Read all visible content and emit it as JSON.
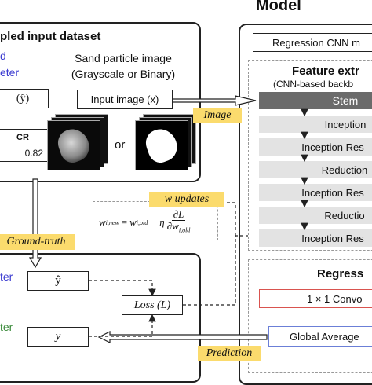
{
  "model_title": "Model",
  "dataset": {
    "title": "pled input dataset",
    "left_labels": [
      "d",
      "eter"
    ],
    "y_hat_header": "(ŷ)",
    "cr_header": "CR",
    "cr_value": "0.82",
    "sand_title": "Sand particle image",
    "sand_subtitle": "(Grayscale or Binary)",
    "input_image_label": "Input image (x)",
    "or_text": "or"
  },
  "tags": {
    "image": "Image",
    "w_updates": "w updates",
    "ground_truth": "Ground-truth",
    "prediction": "Prediction"
  },
  "update_rule": {
    "lhs": "w",
    "lhs_sub": "i,new",
    "eq": "=",
    "w": "w",
    "w_sub": "i,old",
    "minus_eta": "− η",
    "num": "∂L",
    "den": "∂w",
    "den_sub": "i,old"
  },
  "loss_section": {
    "left_labels": [
      "ter",
      "ter"
    ],
    "y_hat": "ŷ",
    "y": "y",
    "loss": "Loss (L)"
  },
  "model": {
    "regression_cnn": "Regression CNN m",
    "feature_title": "Feature extr",
    "feature_subtitle": "(CNN-based backb",
    "layers": [
      "Stem",
      "Inception",
      "Inception Res",
      "Reduction",
      "Inception Res",
      "Reductio",
      "Inception Res"
    ],
    "regression_title": "Regress",
    "conv_label": "1 × 1 Convo",
    "gap_label": "Global Average"
  },
  "colors": {
    "tag_bg": "#fbdb6d",
    "stem_bg": "#6b6b6b",
    "layer_bg": "#e3e3e3",
    "conv_border": "#d9534f",
    "gap_border": "#6b7fd7",
    "blue_text": "#3a3ad0",
    "green_text": "#3a8a3a"
  }
}
